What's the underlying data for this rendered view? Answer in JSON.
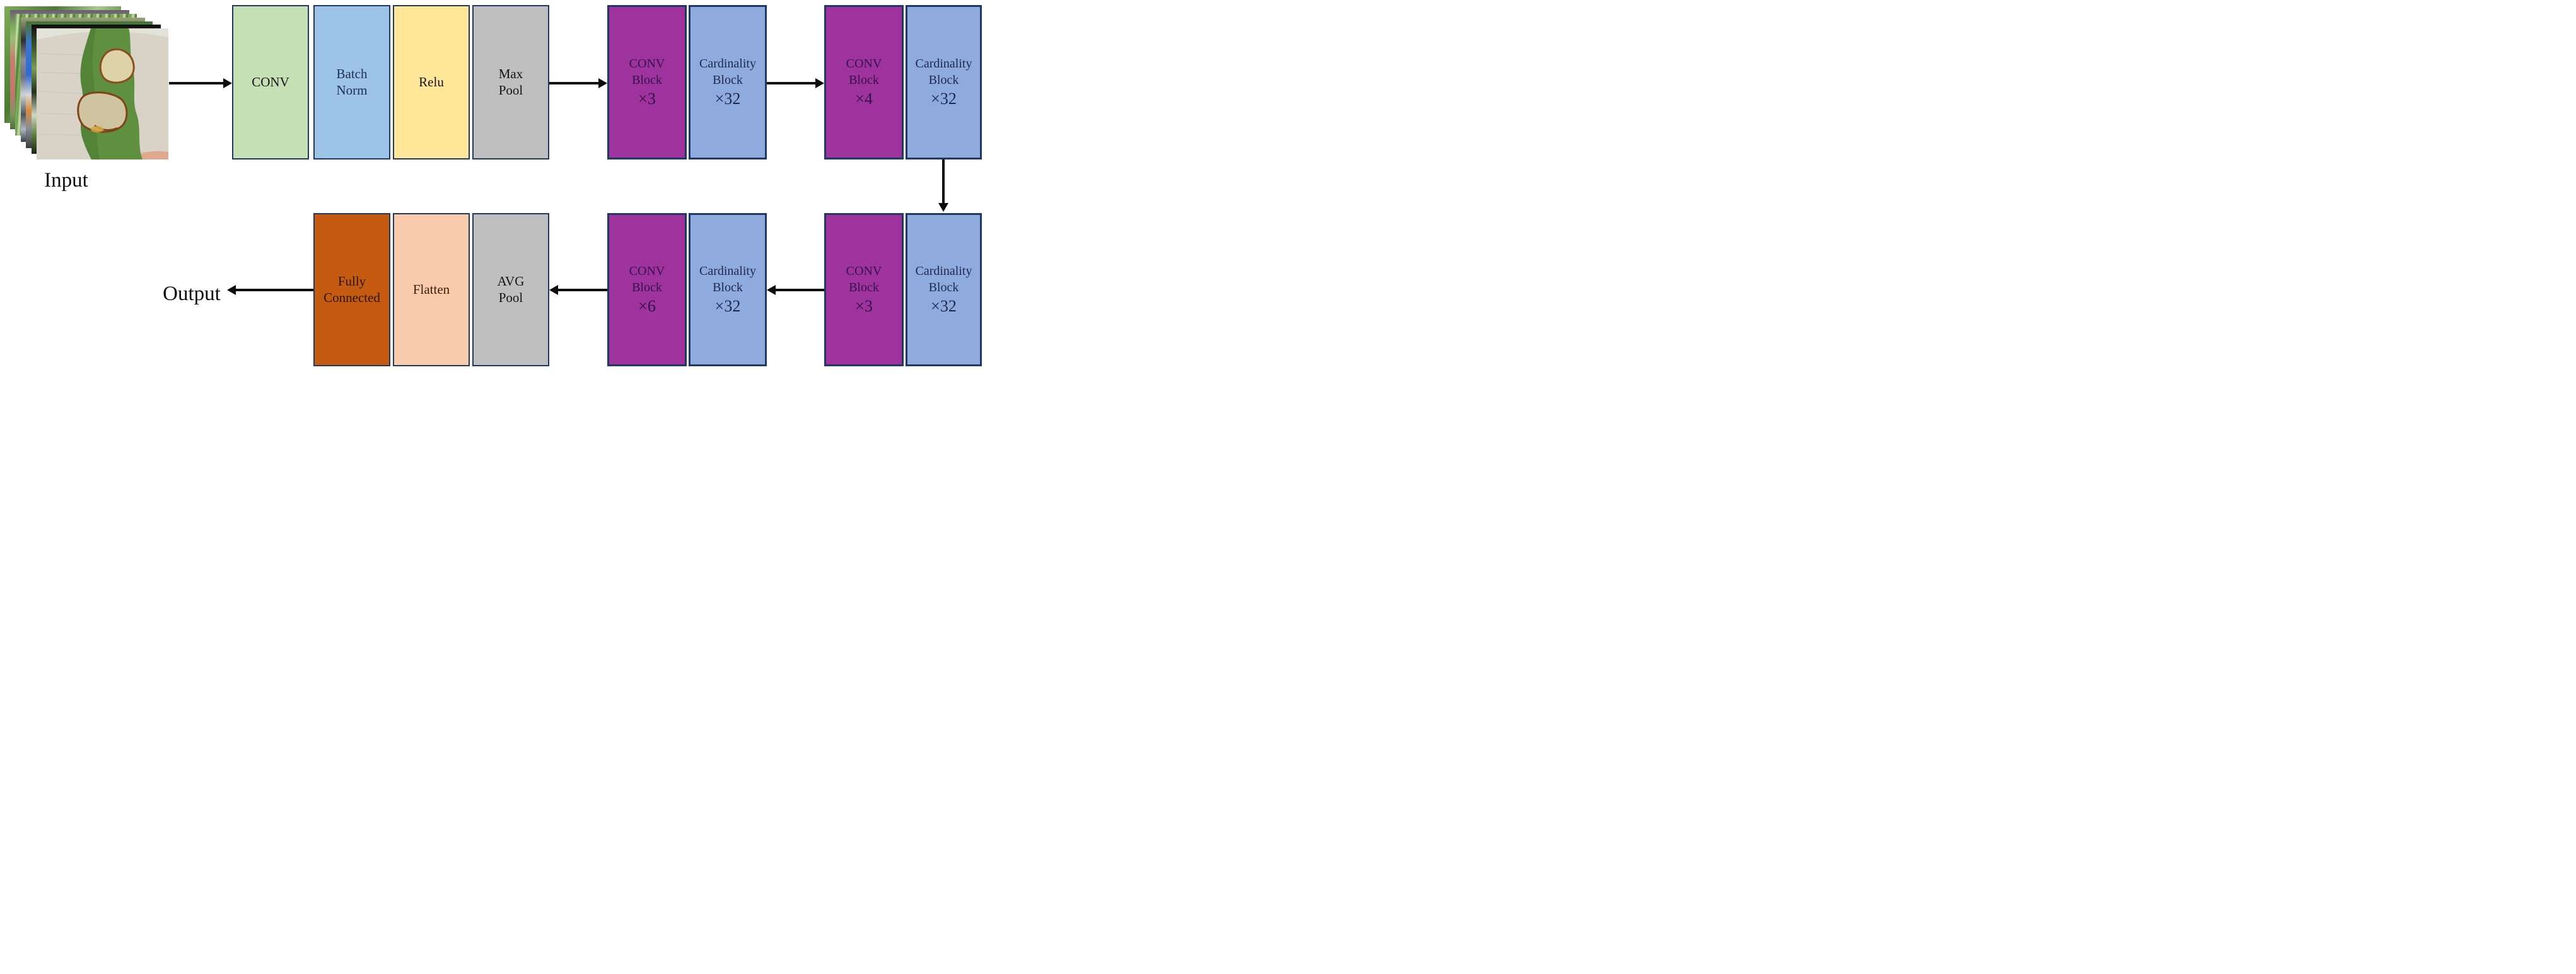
{
  "palette": {
    "conv_green": "#c5e0b4",
    "batch_norm_blue": "#9dc3e6",
    "relu_yellow": "#ffe699",
    "pool_gray": "#bfbfbf",
    "conv_block_magenta": "#9f339e",
    "cardinality_periwinkle": "#8faadc",
    "fully_connected_orange": "#c55a11",
    "flatten_peach": "#f8cbad",
    "block_border_navy": "#1f3864",
    "arrow_black": "#0d0d0d"
  },
  "labels": {
    "input": "Input",
    "output": "Output"
  },
  "blocks": {
    "conv": {
      "title": "CONV"
    },
    "batch_norm": {
      "title": "Batch\nNorm"
    },
    "relu": {
      "title": "Relu"
    },
    "max_pool": {
      "title": "Max\nPool"
    },
    "stage2_conv": {
      "title": "CONV\nBlock",
      "multiplier": "×3"
    },
    "stage2_card": {
      "title": "Cardinality\nBlock",
      "multiplier": "×32"
    },
    "stage3_conv": {
      "title": "CONV\nBlock",
      "multiplier": "×4"
    },
    "stage3_card": {
      "title": "Cardinality\nBlock",
      "multiplier": "×32"
    },
    "stage4_conv": {
      "title": "CONV\nBlock",
      "multiplier": "×3"
    },
    "stage4_card": {
      "title": "Cardinality\nBlock",
      "multiplier": "×32"
    },
    "stage5_conv": {
      "title": "CONV\nBlock",
      "multiplier": "×6"
    },
    "stage5_card": {
      "title": "Cardinality\nBlock",
      "multiplier": "×32"
    },
    "avg_pool": {
      "title": "AVG\nPool"
    },
    "flatten": {
      "title": "Flatten"
    },
    "fully_connected": {
      "title": "Fully\nConnected"
    }
  },
  "connections": [
    {
      "from": "input-image-stack",
      "to": "conv",
      "direction": "right"
    },
    {
      "from": "max_pool",
      "to": "stage2_conv",
      "direction": "right"
    },
    {
      "from": "stage2_card",
      "to": "stage3_conv",
      "direction": "right"
    },
    {
      "from": "stage3_card",
      "to": "stage4_card",
      "direction": "down"
    },
    {
      "from": "stage4_conv",
      "to": "stage5_card",
      "direction": "left"
    },
    {
      "from": "stage5_conv",
      "to": "avg_pool",
      "direction": "left"
    },
    {
      "from": "fully_connected",
      "to": "output",
      "direction": "left"
    }
  ]
}
